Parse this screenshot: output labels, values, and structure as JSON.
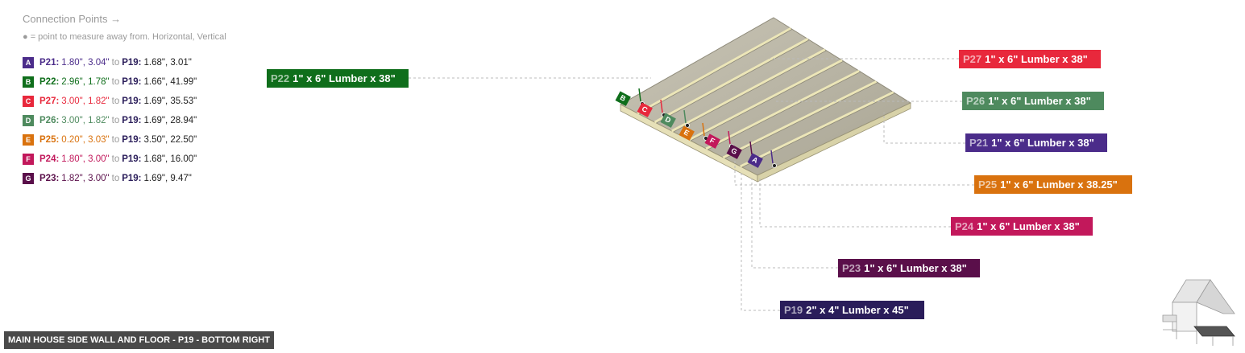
{
  "panel": {
    "title": "Connection Points →",
    "subtitle": "● = point to measure away from. Horizontal, Vertical",
    "to_word": "to",
    "connections": [
      {
        "letter": "A",
        "color": "#4b2c8a",
        "from_id": "P21:",
        "from_val": "1.80\", 3.04\"",
        "to_id": "P19:",
        "to_val": "1.68\", 3.01\""
      },
      {
        "letter": "B",
        "color": "#0f6e1b",
        "from_id": "P22:",
        "from_val": "2.96\", 1.78\"",
        "to_id": "P19:",
        "to_val": "1.66\", 41.99\""
      },
      {
        "letter": "C",
        "color": "#e8283c",
        "from_id": "P27:",
        "from_val": "3.00\", 1.82\"",
        "to_id": "P19:",
        "to_val": "1.69\", 35.53\""
      },
      {
        "letter": "D",
        "color": "#4e8a5e",
        "from_id": "P26:",
        "from_val": "3.00\", 1.82\"",
        "to_id": "P19:",
        "to_val": "1.69\", 28.94\""
      },
      {
        "letter": "E",
        "color": "#d9720e",
        "from_id": "P25:",
        "from_val": "0.20\", 3.03\"",
        "to_id": "P19:",
        "to_val": "3.50\", 22.50\""
      },
      {
        "letter": "F",
        "color": "#c2185b",
        "from_id": "P24:",
        "from_val": "1.80\", 3.00\"",
        "to_id": "P19:",
        "to_val": "1.68\", 16.00\""
      },
      {
        "letter": "G",
        "color": "#5a0f4a",
        "from_id": "P23:",
        "from_val": "1.82\", 3.00\"",
        "to_id": "P19:",
        "to_val": "1.69\", 9.47\""
      }
    ]
  },
  "callouts": [
    {
      "key": "p22",
      "id": "P22",
      "desc": "1\" x 6\" Lumber x 38\"",
      "color": "#0f6e1b"
    },
    {
      "key": "p27",
      "id": "P27",
      "desc": "1\" x 6\" Lumber x 38\"",
      "color": "#e8283c"
    },
    {
      "key": "p26",
      "id": "P26",
      "desc": "1\" x 6\" Lumber x 38\"",
      "color": "#4e8a5e"
    },
    {
      "key": "p21",
      "id": "P21",
      "desc": "1\" x 6\" Lumber x 38\"",
      "color": "#4b2c8a"
    },
    {
      "key": "p25",
      "id": "P25",
      "desc": "1\" x 6\" Lumber x 38.25\"",
      "color": "#d9720e"
    },
    {
      "key": "p24",
      "id": "P24",
      "desc": "1\" x 6\" Lumber x 38\"",
      "color": "#c2185b"
    },
    {
      "key": "p23",
      "id": "P23",
      "desc": "1\" x 6\" Lumber x 38\"",
      "color": "#5a0f4a"
    },
    {
      "key": "p19",
      "id": "P19",
      "desc": "2\" x 4\" Lumber  x 45\"",
      "color": "#2a1d5a"
    }
  ],
  "markers": [
    "B",
    "C",
    "D",
    "E",
    "F",
    "G",
    "A"
  ],
  "caption": "MAIN HOUSE SIDE WALL AND FLOOR - P19 - BOTTOM RIGHT"
}
